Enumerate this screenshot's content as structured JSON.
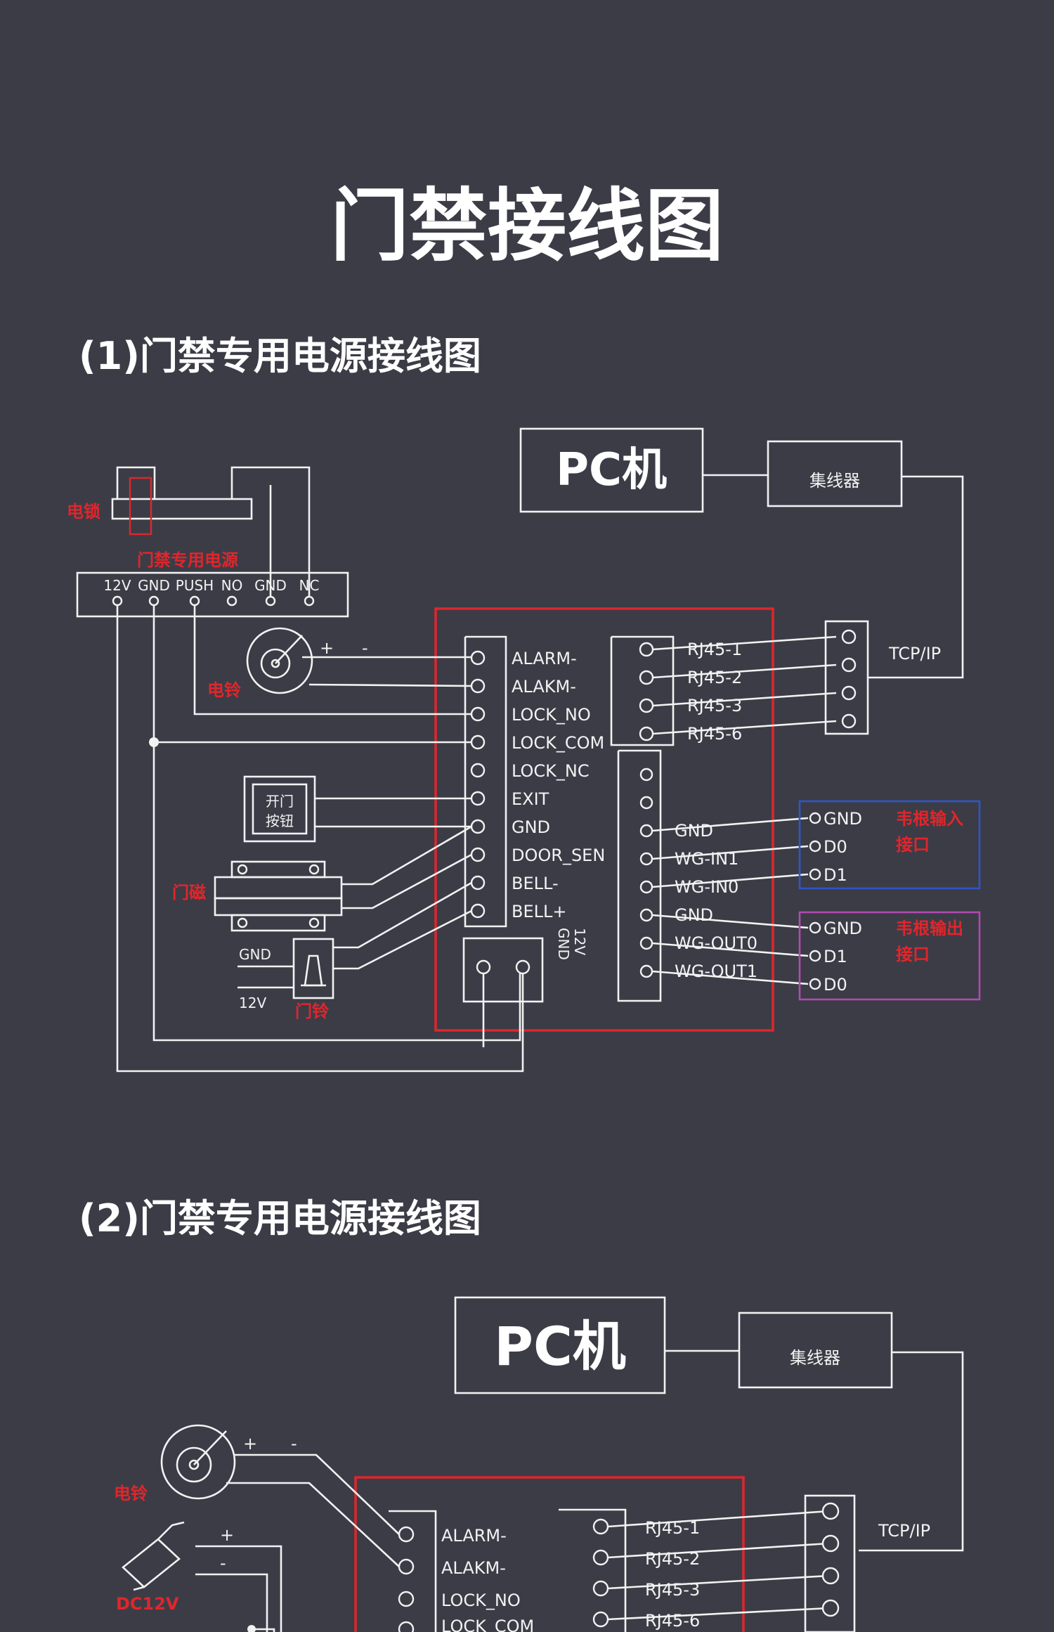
{
  "main_title": "门禁接线图",
  "section1": {
    "title": "(1)门禁专用电源接线图",
    "pc": "PC机",
    "hub": "集线器",
    "tcpip": "TCP/IP",
    "lock_label": "电锁",
    "power_label": "门禁专用电源",
    "power_terminals": [
      "12V",
      "GND",
      "PUSH",
      "NO",
      "GND",
      "NC"
    ],
    "bell_label": "电铃",
    "bell_plus": "+",
    "bell_minus": "-",
    "exit_button": [
      "开门",
      "按钮"
    ],
    "door_magnet_label": "门磁",
    "doorbell_label": "门铃",
    "doorbell_gnd": "GND",
    "doorbell_12v": "12V",
    "left_terminals": [
      "ALARM-",
      "ALAKM-",
      "LOCK_NO",
      "LOCK_COM",
      "LOCK_NC",
      "EXIT",
      "GND",
      "DOOR_SEN",
      "BELL-",
      "BELL+"
    ],
    "power_in": [
      "12V",
      "GND"
    ],
    "rj45": [
      "RJ45-1",
      "RJ45-2",
      "RJ45-3",
      "RJ45-6"
    ],
    "wg_terminals": [
      "GND",
      "WG-IN1",
      "WG-IN0",
      "GND",
      "WG-OUT0",
      "WG-OUT1"
    ],
    "wiegand_in": {
      "pins": [
        "GND",
        "D0",
        "D1"
      ],
      "label": [
        "韦根输入",
        "接口"
      ]
    },
    "wiegand_out": {
      "pins": [
        "GND",
        "D1",
        "D0"
      ],
      "label": [
        "韦根输出",
        "接口"
      ]
    }
  },
  "section2": {
    "title": "(2)门禁专用电源接线图",
    "pc": "PC机",
    "hub": "集线器",
    "tcpip": "TCP/IP",
    "bell_label": "电铃",
    "bell_plus": "+",
    "bell_minus": "-",
    "adapter_label": "DC12V",
    "adapter_plus": "+",
    "adapter_minus": "-",
    "left_terminals": [
      "ALARM-",
      "ALAKM-",
      "LOCK_NO",
      "LOCK_COM"
    ],
    "rj45": [
      "RJ45-1",
      "RJ45-2",
      "RJ45-3",
      "RJ45-6"
    ]
  },
  "colors": {
    "background": "#3c3c47",
    "line": "#f2f2f2",
    "controller_border": "#e0262b",
    "wiegand_in_border": "#2f56c8",
    "wiegand_out_border": "#b04ab0",
    "red_label": "#e0262b"
  }
}
